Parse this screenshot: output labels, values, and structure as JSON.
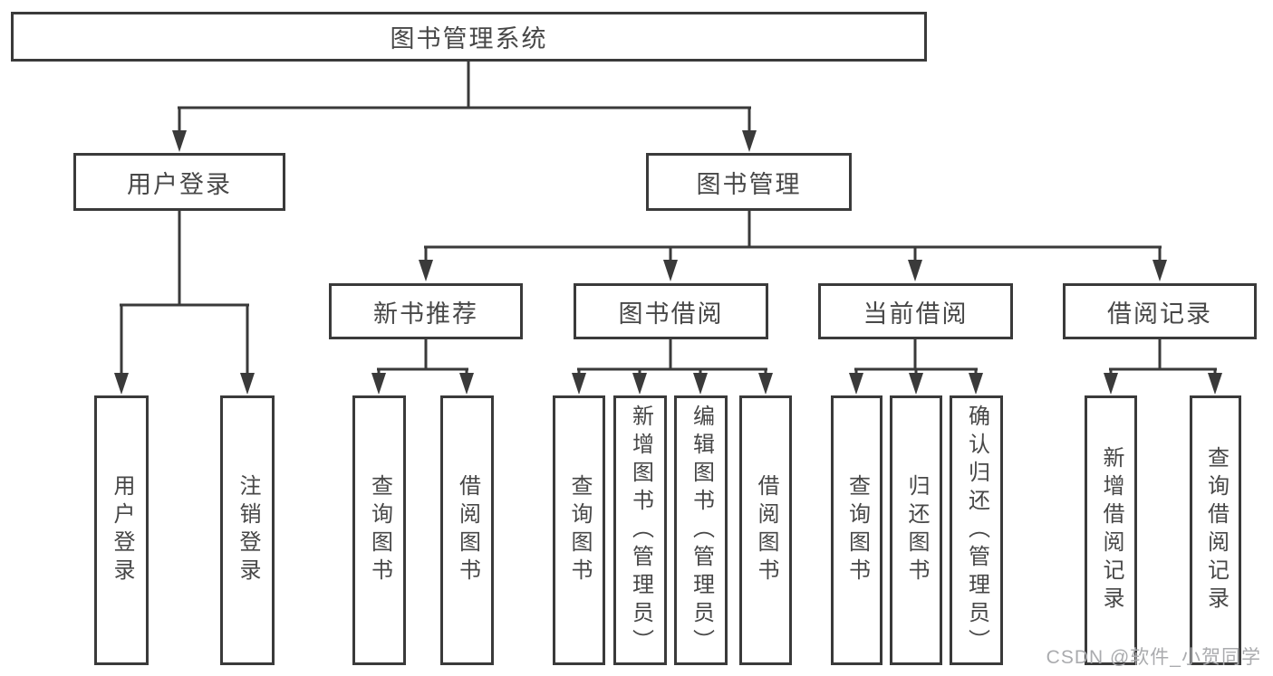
{
  "diagram": {
    "type": "tree",
    "title": "图书管理系统"
  },
  "hierarchy": {
    "root": "图书管理系统",
    "children": [
      {
        "label": "用户登录",
        "children": [
          "用户登录",
          "注销登录"
        ]
      },
      {
        "label": "图书管理",
        "children": [
          {
            "label": "新书推荐",
            "children": [
              "查询图书",
              "借阅图书"
            ]
          },
          {
            "label": "图书借阅",
            "children": [
              "查询图书",
              "新增图书（管理员）",
              "编辑图书（管理员）",
              "借阅图书"
            ]
          },
          {
            "label": "当前借阅",
            "children": [
              "查询图书",
              "归还图书",
              "确认归还（管理员）"
            ]
          },
          {
            "label": "借阅记录",
            "children": [
              "新增借阅记录",
              "查询借阅记录"
            ]
          }
        ]
      }
    ]
  },
  "watermark": {
    "text": "CSDN @软件_小贺同学",
    "color": "#aaabae"
  },
  "colors": {
    "line": "#3a3a3a",
    "text": "#474747",
    "box_fill": "#ffffff",
    "background": "#ffffff"
  }
}
